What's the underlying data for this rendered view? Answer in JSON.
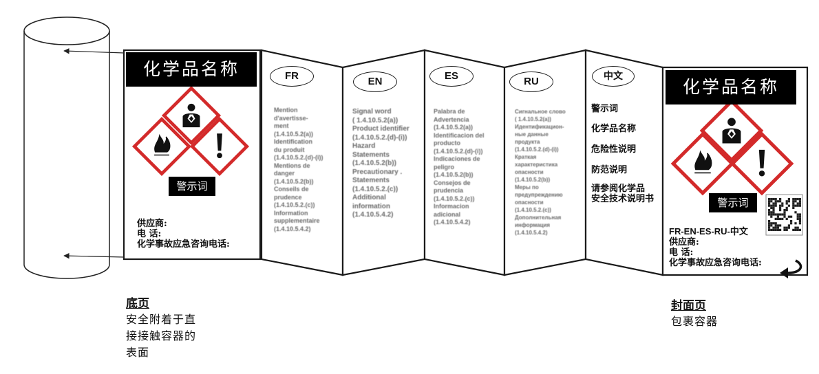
{
  "chemical_name": "化学品名称",
  "signal_word": "警示词",
  "supplier_lines": [
    "供应商:",
    "电    话:",
    "化学事故应急咨询电话:"
  ],
  "language_panels": [
    {
      "code": "FR",
      "lines": [
        "Mention",
        "d'avertisse-",
        "ment",
        "(1.4.10.5.2(a))",
        "Identification",
        "du produit",
        "(1.4.10.5.2.(d)-(i))",
        "Mentions de",
        "danger",
        "(1.4.10.5.2(b))",
        "Conseils de",
        "prudence",
        "(1.4.10.5.2.(c))",
        "Information",
        "supplementaire",
        "(1.4.10.5.4.2)"
      ]
    },
    {
      "code": "EN",
      "lines": [
        "Signal word",
        "( 1.4.10.5.2(a))",
        "Product identifier",
        "(1.4.10.5.2.(d)-(i))",
        "Hazard",
        "Statements",
        "(1.4.10.5.2(b))",
        "Precautionary .",
        "Statements",
        "(1.4.10.5.2.(c))",
        "Additional",
        "information",
        "(1.4.10.5.4.2)"
      ]
    },
    {
      "code": "ES",
      "lines": [
        "Palabra de",
        "Advertencia",
        "(1.4.10.5.2(a))",
        "Identificacion del",
        "producto",
        "(1.4.10.5.2.(d)-(i))",
        "Indicaciones de",
        "peligro",
        "(1.4.10.5.2(b))",
        "Consejos de",
        "prudencia",
        "(1.4.10.5.2.(c))",
        "Informacion",
        "adicional",
        "(1.4.10.5.4.2)"
      ]
    },
    {
      "code": "RU",
      "lines": [
        "Сигнальное слово",
        "( 1.4.10.5.2(a))",
        "Идентификацион-",
        "ные данные",
        "продукта",
        "(1.4.10.5.2.(d)-(i))",
        "Краткая",
        "характеристика",
        "опасности",
        "(1.4.10.5.2(b))",
        "Меры по",
        "предупреждению",
        "опасности",
        "(1.4.10.5.2.(c))",
        "Дополнительная",
        "информация",
        "(1.4.10.5.4.2)"
      ]
    }
  ],
  "chinese_panel": {
    "code": "中文",
    "items": [
      "警示词",
      "化学品名称",
      "危险性说明",
      "防范说明",
      "请参阅化学品",
      "安全技术说明书"
    ]
  },
  "cover_language_list": "FR-EN-ES-RU-中文",
  "back_page": {
    "title": "底页",
    "lines": [
      "安全附着于直",
      "接接触容器的",
      "表面"
    ]
  },
  "cover_page": {
    "title": "封面页",
    "lines": [
      "包裹容器"
    ]
  }
}
